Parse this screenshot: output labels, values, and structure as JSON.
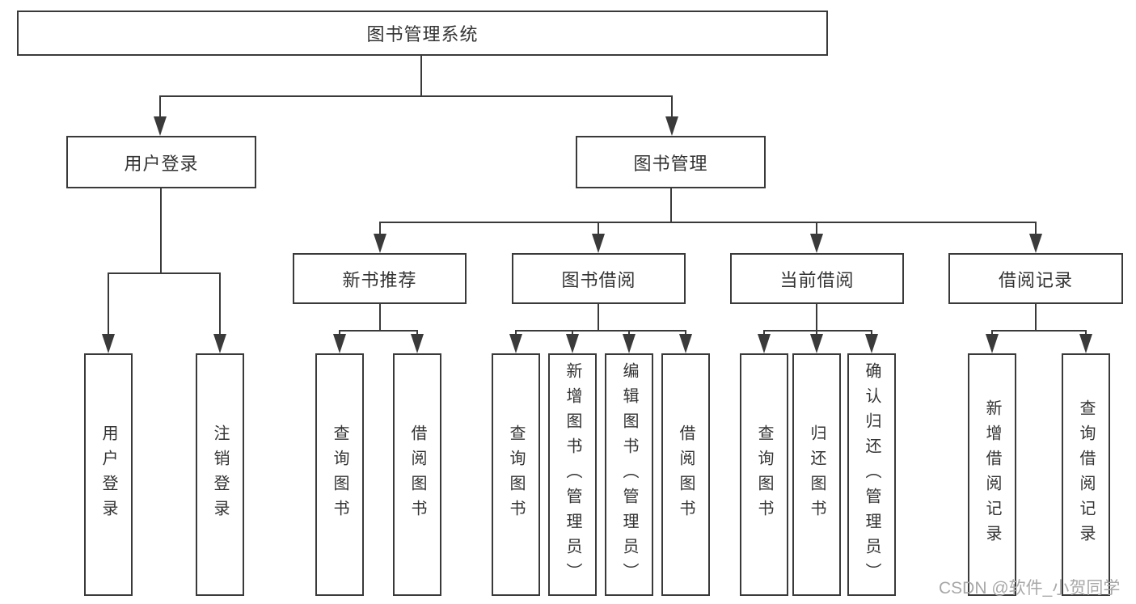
{
  "diagram": {
    "colors": {
      "line": "#3a3a3a",
      "text": "#333333",
      "watermark": "#a8a8a8",
      "background": "#ffffff"
    },
    "root": {
      "label": "图书管理系统"
    },
    "level2": [
      {
        "label": "用户登录",
        "leaves": [
          {
            "label": "用户登录"
          },
          {
            "label": "注销登录"
          }
        ]
      },
      {
        "label": "图书管理",
        "sections": [
          {
            "label": "新书推荐",
            "leaves": [
              {
                "label": "查询图书"
              },
              {
                "label": "借阅图书"
              }
            ]
          },
          {
            "label": "图书借阅",
            "leaves": [
              {
                "label": "查询图书"
              },
              {
                "label": "新增图书（管理员）"
              },
              {
                "label": "编辑图书（管理员）"
              },
              {
                "label": "借阅图书"
              }
            ]
          },
          {
            "label": "当前借阅",
            "leaves": [
              {
                "label": "查询图书"
              },
              {
                "label": "归还图书"
              },
              {
                "label": "确认归还（管理员）"
              }
            ]
          },
          {
            "label": "借阅记录",
            "leaves": [
              {
                "label": "新增借阅记录"
              },
              {
                "label": "查询借阅记录"
              }
            ]
          }
        ]
      }
    ],
    "watermark": "CSDN @软件_小贺同学"
  }
}
